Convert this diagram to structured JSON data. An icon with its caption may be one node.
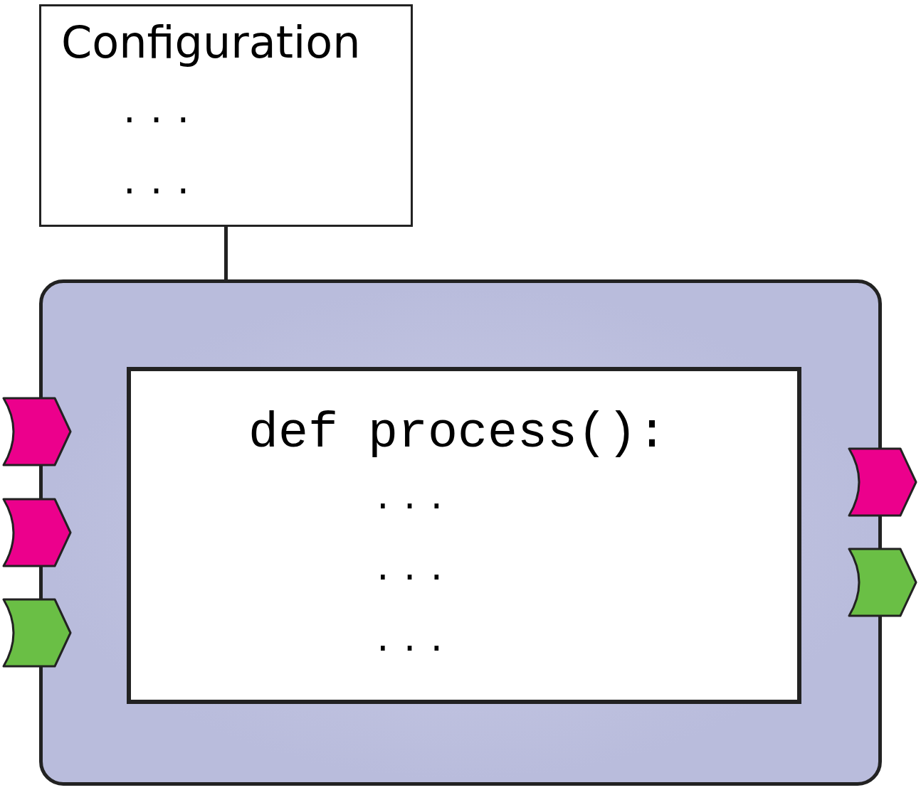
{
  "diagram": {
    "nodes": [
      {
        "text": [
          "Configuration",
          "...",
          "..."
        ]
      },
      {
        "text": [],
        "shape": "box"
      },
      {
        "text": [
          "def process():",
          "...",
          "...",
          "..."
        ],
        "in": 1
      },
      {
        "text": [],
        "shape": "chevron"
      },
      {
        "text": [],
        "shape": "chevron"
      },
      {
        "text": [],
        "shape": "chevron"
      },
      {
        "text": [],
        "shape": "chevron"
      },
      {
        "text": [],
        "shape": "chevron"
      }
    ],
    "edges": [
      {
        "from": 0,
        "to": 1,
        "arrow": "none"
      }
    ]
  }
}
